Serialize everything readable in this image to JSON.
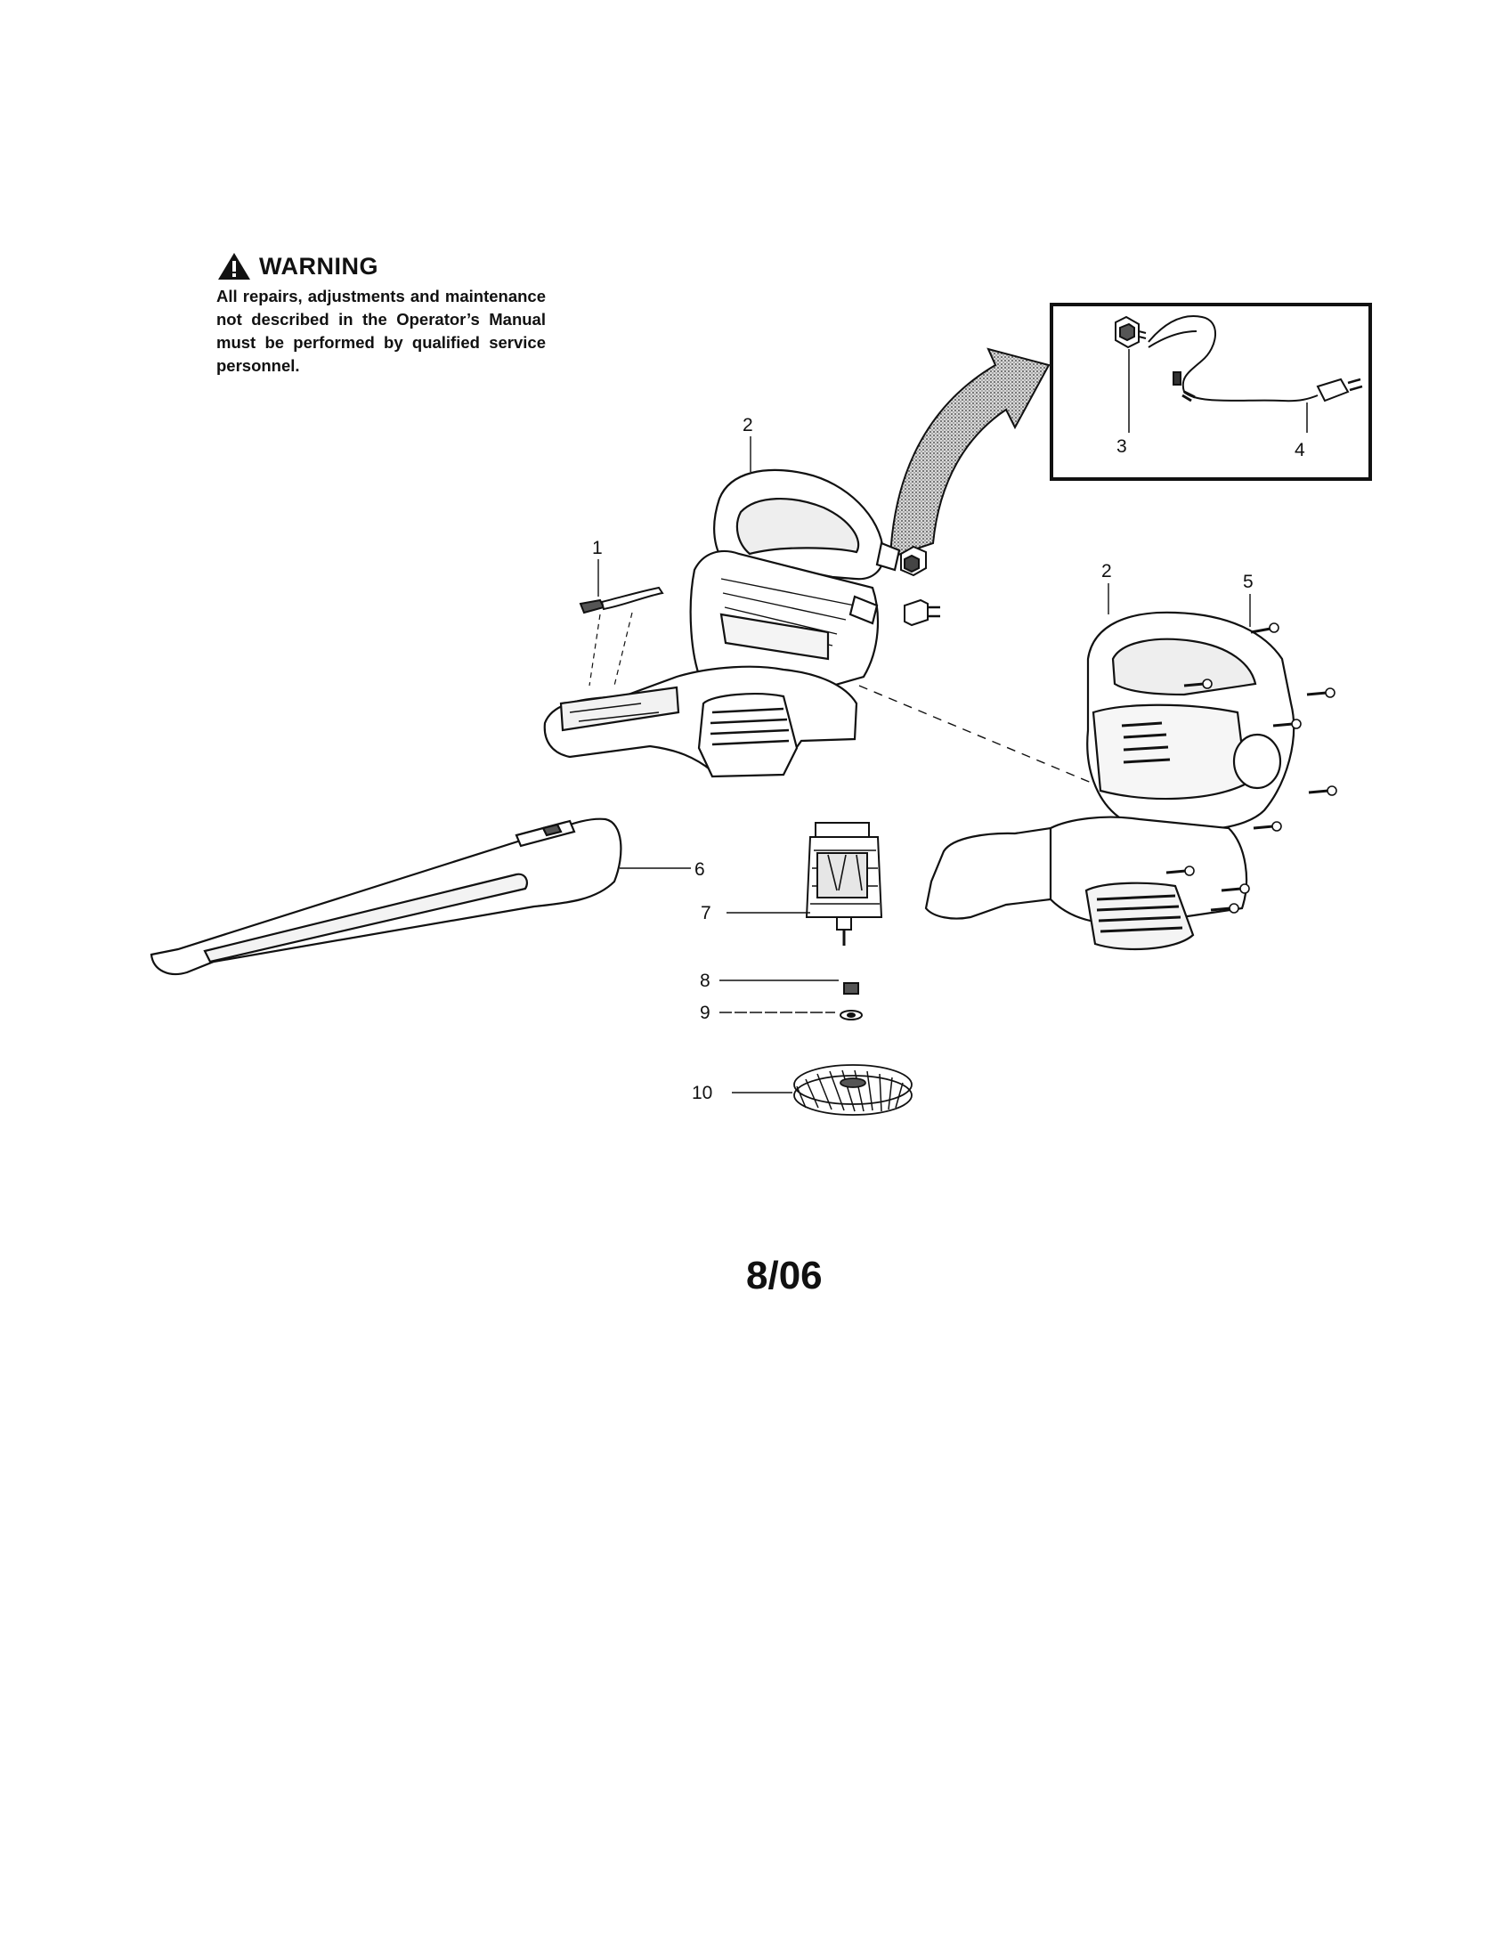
{
  "warning": {
    "icon": "warning-triangle-icon",
    "title": "WARNING",
    "text": "All repairs, adjustments and maintenance not described in the Operator’s Manual must be performed by qualified service personnel."
  },
  "callouts": {
    "c1": "1",
    "c2a": "2",
    "c2b": "2",
    "c3": "3",
    "c4": "4",
    "c5": "5",
    "c6": "6",
    "c7": "7",
    "c8": "8",
    "c9": "9",
    "c10": "10"
  },
  "date": "8/06"
}
